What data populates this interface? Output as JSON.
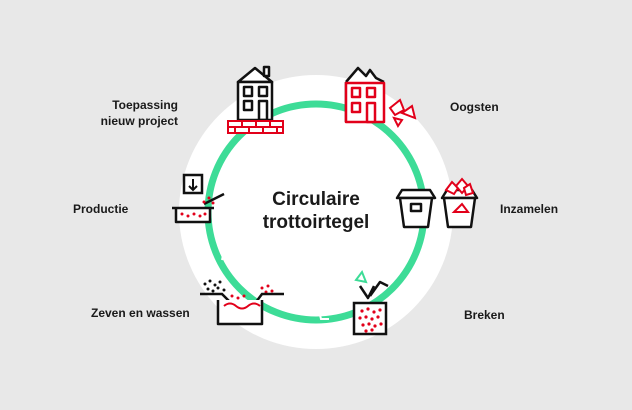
{
  "center": {
    "line1": "Circulaire",
    "line2": "trottoirtegel"
  },
  "steps": [
    {
      "id": "oogsten",
      "label": "Oogsten",
      "icon": "demolished-house-icon"
    },
    {
      "id": "inzamelen",
      "label": "Inzamelen",
      "icon": "collection-bins-icon"
    },
    {
      "id": "breken",
      "label": "Breken",
      "icon": "crusher-icon"
    },
    {
      "id": "zeven",
      "label": "Zeven en wassen",
      "icon": "sieve-wash-icon"
    },
    {
      "id": "productie",
      "label": "Productie",
      "icon": "press-mold-icon"
    },
    {
      "id": "toepassing",
      "label_line1": "Toepassing",
      "label_line2": "nieuw project",
      "icon": "new-house-icon"
    }
  ],
  "colors": {
    "cycle": "#3ddc97",
    "accent": "#e2001a",
    "line": "#111111",
    "disc": "#ffffff",
    "background": "#e8e8e8"
  }
}
